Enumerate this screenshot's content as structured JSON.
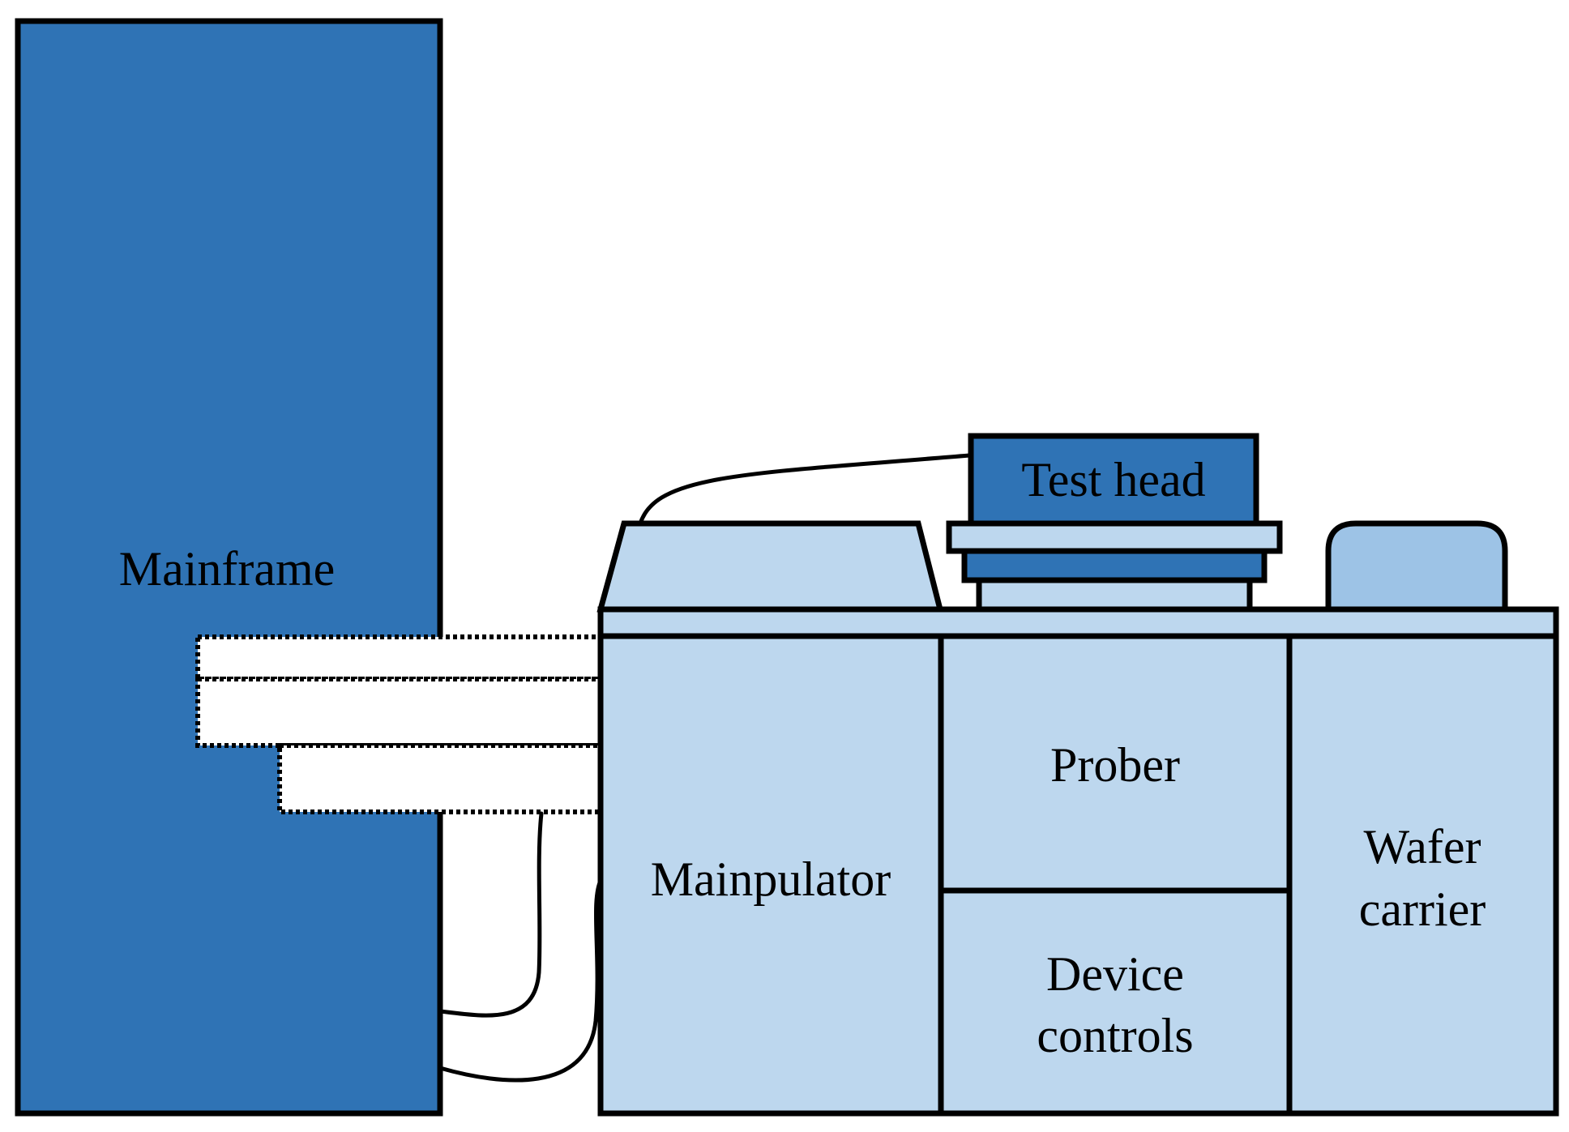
{
  "labels": {
    "mainframe": "Mainframe",
    "test_head": "Test head",
    "manipulator": "Mainpulator",
    "prober": "Prober",
    "device_controls_line1": "Device",
    "device_controls_line2": "controls",
    "wafer_carrier_line1": "Wafer",
    "wafer_carrier_line2": "carrier"
  },
  "colors": {
    "dark_blue": "#2f73b5",
    "light_blue": "#bdd7ee",
    "medium_blue": "#9dc3e6",
    "outline": "#000000"
  }
}
